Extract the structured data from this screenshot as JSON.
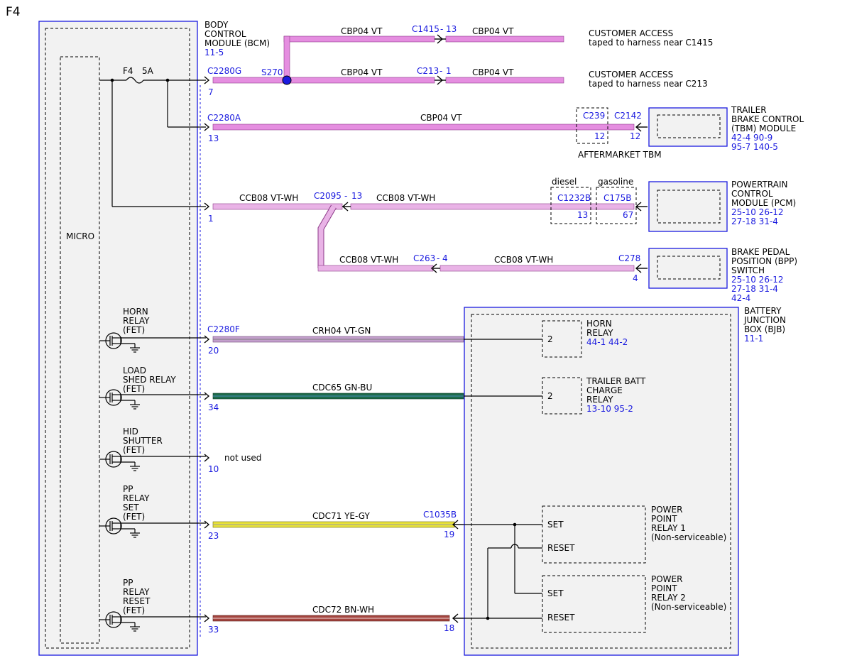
{
  "page_label": "F4",
  "bcm": {
    "title_lines": [
      "BODY",
      "CONTROL",
      "MODULE (BCM)"
    ],
    "ref": "11-5",
    "micro_label": "MICRO"
  },
  "fuse": {
    "name": "F4",
    "rating": "5A"
  },
  "splice": "S270",
  "connectors": {
    "c2280g": "C2280G",
    "c2280g_pin": "7",
    "c2280a": "C2280A",
    "c2280a_pin": "13",
    "ccb_pin": "1",
    "c2280f": "C2280F",
    "c2280f_pin": "20",
    "cdc65_pin": "34",
    "hid_pin": "10",
    "cdc71_pin": "23",
    "cdc72_pin": "33",
    "c1415": "C1415",
    "c1415_pin": "13",
    "c213": "C213",
    "c213_pin": "1",
    "c239": "C239",
    "c239_pin": "12",
    "c2142": "C2142",
    "c2142_pin": "12",
    "c2095": "C2095",
    "c2095_pin": "13",
    "c1232b": "C1232B",
    "c1232b_pin": "13",
    "c175b": "C175B",
    "c175b_pin": "67",
    "c263": "C263",
    "c263_pin": "4",
    "c278": "C278",
    "c278_pin": "4",
    "c1035b": "C1035B",
    "c1035b_pin_set": "19",
    "c1035b_pin_reset": "18"
  },
  "wires": {
    "cbp04_a": "CBP04  VT",
    "cbp04_b": "CBP04  VT",
    "cbp04_c": "CBP04  VT",
    "cbp04_d": "CBP04  VT",
    "cbp04_e": "CBP04  VT",
    "ccb08_a": "CCB08  VT-WH",
    "ccb08_b": "CCB08  VT-WH",
    "ccb08_c": "CCB08  VT-WH",
    "ccb08_d": "CCB08  VT-WH",
    "crh04": "CRH04  VT-GN",
    "cdc65": "CDC65  GN-BU",
    "cdc71": "CDC71  YE-GY",
    "cdc72": "CDC72  BN-WH"
  },
  "wire_colors": {
    "violet": "#e58ee0",
    "violet_white": "#e9b3e6",
    "violet_green": "#c39fcc",
    "green_blue": "#1e6b4a",
    "yellow_gray": "#e8e23a",
    "brown_white": "#a3443e"
  },
  "customer_access_1": {
    "title": "CUSTOMER ACCESS",
    "note": "taped to harness near C1415"
  },
  "customer_access_2": {
    "title": "CUSTOMER ACCESS",
    "note": "taped to harness near C213"
  },
  "aftermarket_tbm": "AFTERMARKET TBM",
  "tbm": {
    "lines": [
      "TRAILER",
      "BRAKE CONTROL",
      "(TBM) MODULE"
    ],
    "refs": [
      "42-4   90-9",
      "95-7   140-5"
    ]
  },
  "pcm": {
    "lines": [
      "POWERTRAIN",
      "CONTROL",
      "MODULE (PCM)"
    ],
    "refs": [
      "25-10 26-12",
      "27-18 31-4"
    ]
  },
  "bpp": {
    "lines": [
      "BRAKE PEDAL",
      "POSITION (BPP)",
      "SWITCH"
    ],
    "refs": [
      "25-10 26-12",
      "27-18 31-4",
      "42-4"
    ]
  },
  "engine_labels": {
    "diesel": "diesel",
    "gasoline": "gasoline"
  },
  "bjb": {
    "lines": [
      "BATTERY",
      "JUNCTION",
      "BOX (BJB)"
    ],
    "ref": "11-1"
  },
  "horn_relay": {
    "pin": "2",
    "lines": [
      "HORN",
      "RELAY"
    ],
    "refs": "44-1   44-2"
  },
  "trailer_batt_relay": {
    "pin": "2",
    "lines": [
      "TRAILER BATT",
      "CHARGE",
      "RELAY"
    ],
    "refs": "13-10 95-2"
  },
  "pp_relay_1": {
    "set": "SET",
    "reset": "RESET",
    "lines": [
      "POWER",
      "POINT",
      "RELAY 1",
      "(Non-serviceable)"
    ]
  },
  "pp_relay_2": {
    "set": "SET",
    "reset": "RESET",
    "lines": [
      "POWER",
      "POINT",
      "RELAY 2",
      "(Non-serviceable)"
    ]
  },
  "fets": {
    "horn": [
      "HORN",
      "RELAY",
      "(FET)"
    ],
    "load_shed": [
      "LOAD",
      "SHED RELAY",
      "(FET)"
    ],
    "hid": [
      "HID",
      "SHUTTER",
      "(FET)"
    ],
    "pp_set": [
      "PP",
      "RELAY",
      "SET",
      "(FET)"
    ],
    "pp_reset": [
      "PP",
      "RELAY",
      "RESET",
      "(FET)"
    ]
  },
  "not_used": "not used"
}
